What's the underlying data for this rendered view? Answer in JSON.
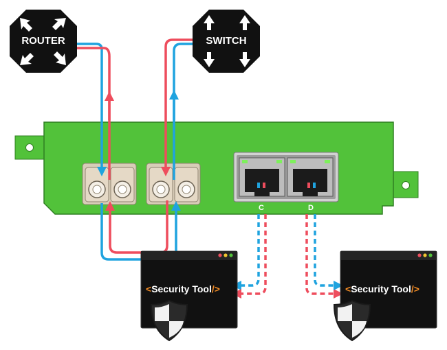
{
  "colors": {
    "board": "#52c23a",
    "board_edge": "#2f7f22",
    "tx_red": "#ee4d5d",
    "rx_blue": "#1fa3df",
    "device_black": "#111111",
    "tool_orange": "#f08a24",
    "lc_port": "#e5d9c6"
  },
  "devices": {
    "router": {
      "label": "ROUTER",
      "icon": "router-icon"
    },
    "switch": {
      "label": "SWITCH",
      "icon": "switch-icon"
    }
  },
  "ports": {
    "monitor_c": "C",
    "monitor_d": "D"
  },
  "tools": [
    {
      "label": "Security Tool",
      "open_tag": "<",
      "close_tag": "/>",
      "icon": "shield-icon"
    },
    {
      "label": "Security Tool",
      "open_tag": "<",
      "close_tag": "/>",
      "icon": "shield-icon"
    }
  ]
}
